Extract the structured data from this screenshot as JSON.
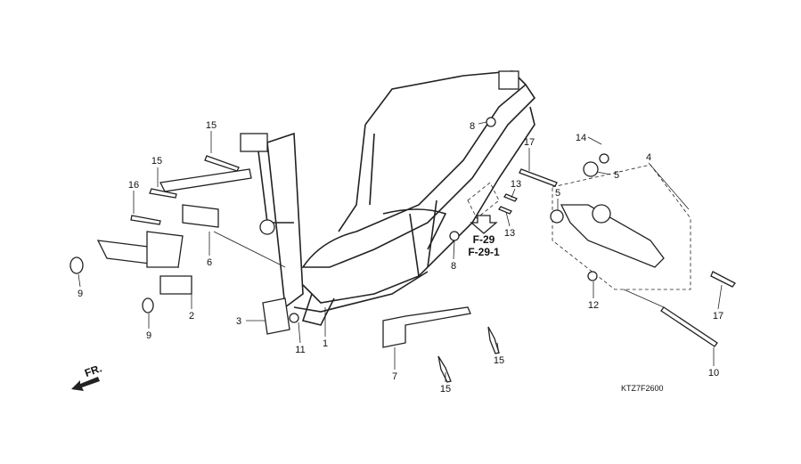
{
  "diagram": {
    "code": "KTZ7F2600",
    "direction_label": "FR.",
    "references": [
      "F-29",
      "F-29-1"
    ],
    "callouts": {
      "c1": "1",
      "c2": "2",
      "c3": "3",
      "c4": "4",
      "c5a": "5",
      "c5b": "5",
      "c6": "6",
      "c7": "7",
      "c8a": "8",
      "c8b": "8",
      "c9a": "9",
      "c9b": "9",
      "c10": "10",
      "c11": "11",
      "c12": "12",
      "c13a": "13",
      "c13b": "13",
      "c14": "14",
      "c15a": "15",
      "c15b": "15",
      "c15c": "15",
      "c15d": "15",
      "c16": "16",
      "c17a": "17",
      "c17b": "17"
    }
  }
}
